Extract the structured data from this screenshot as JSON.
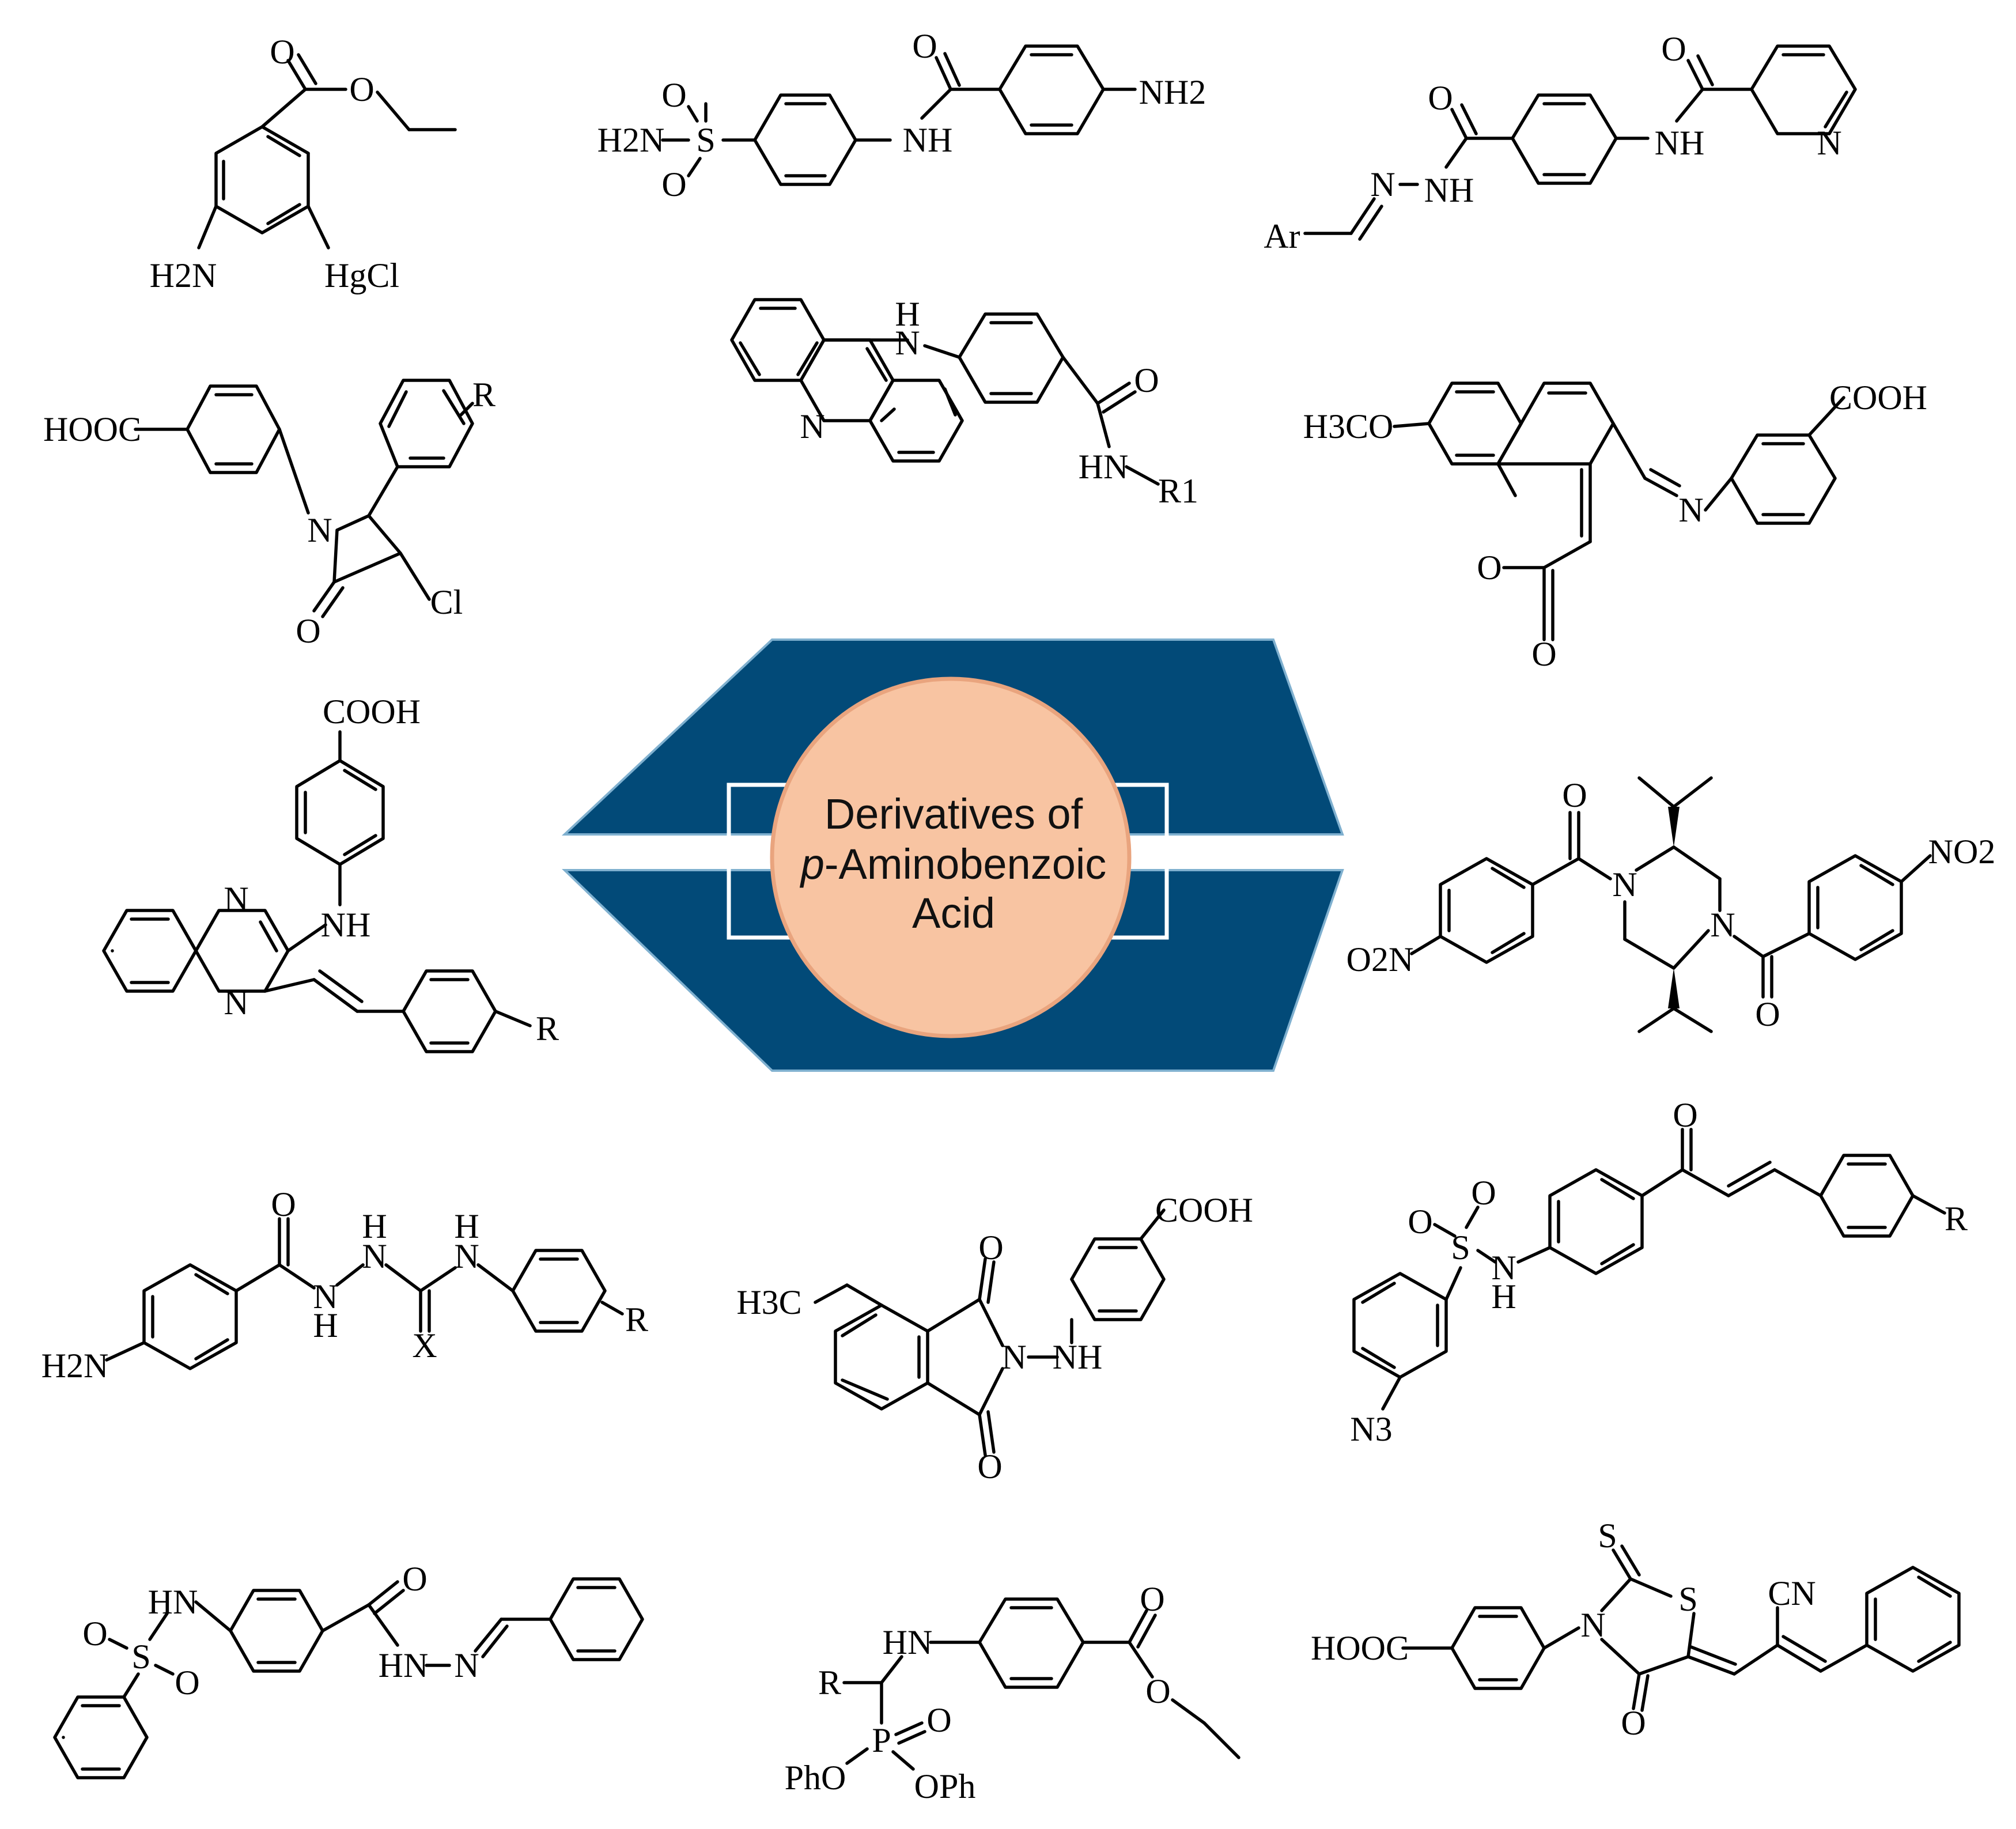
{
  "center": {
    "line1": "Derivatives of",
    "line2_italic": "p",
    "line2_rest": "-Aminobenzoic",
    "line3": "Acid",
    "colors": {
      "hexagon": "#024a78",
      "circle": "#f8c4a2",
      "circle_edge": "#e9a47e",
      "frame": "#ffffff"
    }
  },
  "labels": {
    "m1": {
      "O1": "O",
      "O2": "O",
      "NH2": "H2N",
      "HgCl": "HgCl"
    },
    "m2": {
      "H2N": "H2N",
      "S": "S",
      "O1": "O",
      "O2": "O",
      "NH": "NH",
      "O3": "O",
      "NH2": "NH2"
    },
    "m3": {
      "Ar": "Ar",
      "N": "N",
      "NH": "NH",
      "O1": "O",
      "NH2": "NH",
      "O2": "O",
      "Npy": "N"
    },
    "m4": {
      "HOOC": "HOOC",
      "N": "N",
      "O": "O",
      "Cl": "Cl",
      "R": "R"
    },
    "m5": {
      "H": "H",
      "N": "N",
      "Nacr": "N",
      "O": "O",
      "HN": "HN",
      "R1": "R1"
    },
    "m6": {
      "H3CO": "H3CO",
      "O": "O",
      "Oexo": "O",
      "N": "N",
      "COOH": "COOH"
    },
    "m7": {
      "COOH": "COOH",
      "NH": "NH",
      "N1": "N",
      "N2": "N",
      "R": "R"
    },
    "m8": {
      "O1": "O",
      "O2": "O",
      "N1": "N",
      "N2": "N",
      "NO2": "NO2",
      "O2N": "O2N"
    },
    "m9": {
      "H2N": "H2N",
      "O": "O",
      "H1": "H",
      "N1": "N",
      "H2": "H",
      "N2": "N",
      "H3": "H",
      "N3": "N",
      "X": "X",
      "R": "R"
    },
    "m10": {
      "COOH": "COOH",
      "H3C": "H3C",
      "O1": "O",
      "O2": "O",
      "N": "N",
      "NH": "NH"
    },
    "m11": {
      "O1": "O",
      "O2": "O",
      "S": "S",
      "N": "N",
      "H": "H",
      "N3": "N3",
      "O3": "O",
      "R": "R"
    },
    "m12": {
      "HN": "HN",
      "O1": "O",
      "O2": "O",
      "S": "S",
      "O3": "O",
      "HN2": "HN",
      "N": "N"
    },
    "m13": {
      "HN": "HN",
      "R": "R",
      "P": "P",
      "O": "O",
      "PhO": "PhO",
      "OPh": "OPh",
      "Oc": "O",
      "Oe": "O"
    },
    "m14": {
      "S": "S",
      "Sring": "S",
      "N": "N",
      "O": "O",
      "CN": "CN",
      "HOOC": "HOOC"
    }
  }
}
